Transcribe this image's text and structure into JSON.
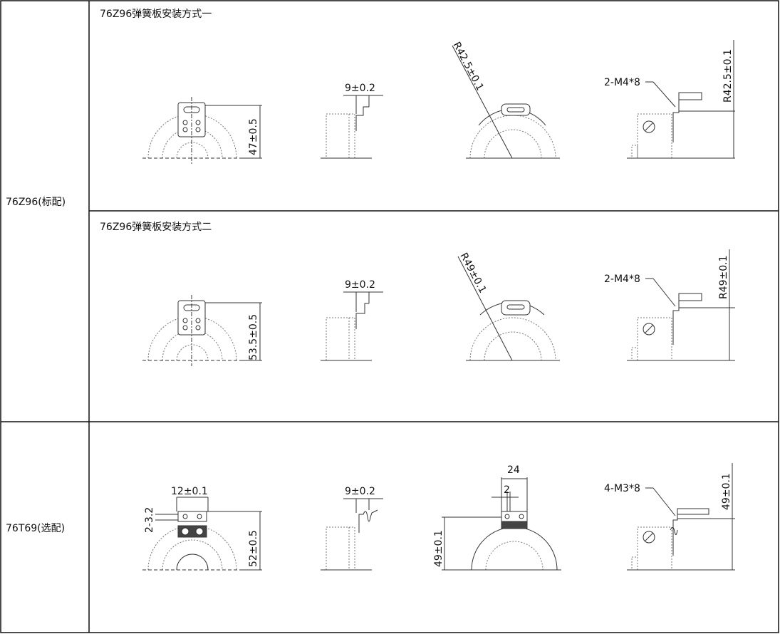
{
  "rows": [
    {
      "label": "76Z96(标配)",
      "sections": [
        {
          "title": "76Z96弹簧板安装方式一",
          "dims": {
            "front_height": "47±0.5",
            "side_width": "9±0.2",
            "radius": "R42.5±0.1",
            "screw": "2-M4*8",
            "right_height": "R42.5±0.1"
          }
        },
        {
          "title": "76Z96弹簧板安装方式二",
          "dims": {
            "front_height": "53.5±0.5",
            "side_width": "9±0.2",
            "radius": "R49±0.1",
            "screw": "2-M4*8",
            "right_height": "R49±0.1"
          }
        }
      ]
    },
    {
      "label": "76T69(选配)",
      "sections": [
        {
          "title": "",
          "dims": {
            "front_width": "12±0.1",
            "front_left": "2-3.2",
            "front_height": "52±0.5",
            "side_width": "9±0.2",
            "top_width": "24",
            "slot_width": "2",
            "left_height": "49±0.1",
            "screw": "4-M3*8",
            "right_height": "49±0.1"
          }
        }
      ]
    }
  ],
  "colors": {
    "line": "#111111",
    "hidden": "#777777",
    "fill": "#444444"
  }
}
